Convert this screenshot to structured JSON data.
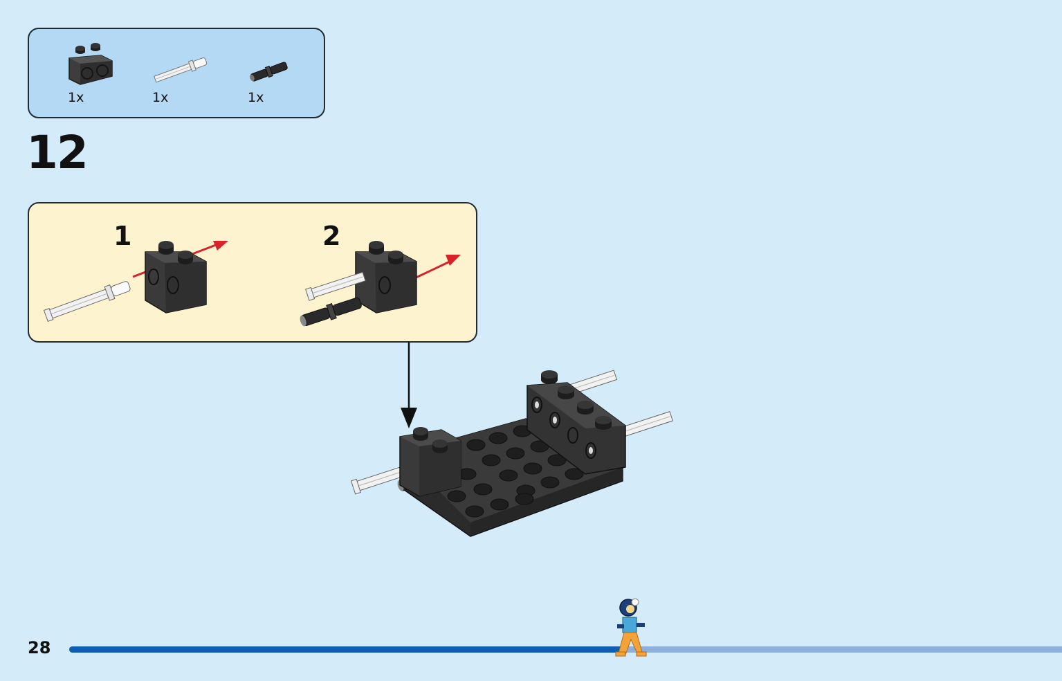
{
  "parts_list": {
    "items": [
      {
        "icon": "technic-brick-1x2-icon",
        "qty": "1x"
      },
      {
        "icon": "axle-pin-icon",
        "qty": "1x"
      },
      {
        "icon": "friction-pin-icon",
        "qty": "1x"
      }
    ]
  },
  "step": {
    "number": "12"
  },
  "callout": {
    "substeps": [
      {
        "number": "1"
      },
      {
        "number": "2"
      }
    ]
  },
  "page": {
    "number": "28"
  },
  "progress": {
    "fraction": 0.56
  },
  "colors": {
    "background": "#d4ebfa",
    "parts_box": "#b4d9f5",
    "callout_box": "#fdf3cf",
    "brick_dark": "#3a3a3a",
    "arrow_red": "#d8222a",
    "progress_fill": "#0e5fb3",
    "progress_track": "#8fb0dc"
  }
}
